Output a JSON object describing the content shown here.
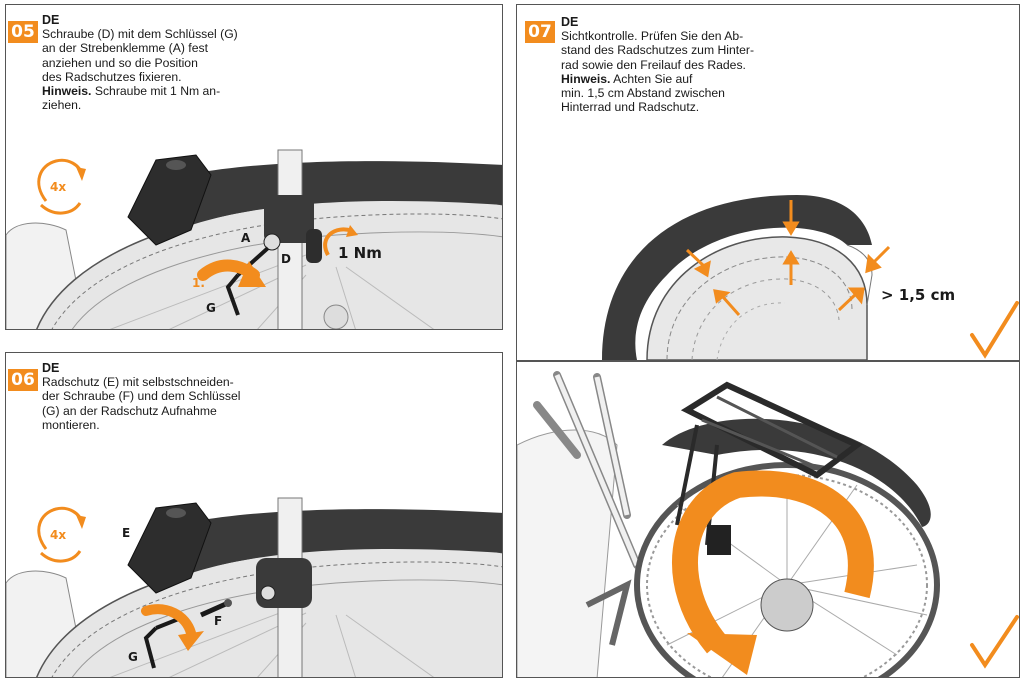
{
  "steps": [
    {
      "number": "05",
      "lang": "DE",
      "lines": [
        "Schraube (D) mit dem Schlüssel (G)",
        "an der Strebenklemme (A) fest",
        "anziehen und so die Position",
        "des Radschutzes fixieren."
      ],
      "hint_label": "Hinweis.",
      "hint_rest": " Schraube mit 1 Nm an-",
      "hint_tail": "ziehen.",
      "labels": {
        "a": "A",
        "d": "D",
        "g": "G",
        "step": "1.",
        "torque": "1 Nm",
        "turns": "4x"
      }
    },
    {
      "number": "06",
      "lang": "DE",
      "lines": [
        "Radschutz (E) mit selbstschneiden-",
        "der Schraube (F) und dem Schlüssel",
        "(G) an der Radschutz Aufnahme",
        "montieren."
      ],
      "labels": {
        "e": "E",
        "f": "F",
        "g": "G",
        "turns": "4x"
      }
    },
    {
      "number": "07",
      "lang": "DE",
      "lines": [
        "Sichtkontrolle. Prüfen Sie den Ab-",
        "stand des Radschutzes zum Hinter-",
        "rad sowie den Freilauf des Rades."
      ],
      "hint_label": "Hinweis.",
      "hint_rest": " Achten Sie auf",
      "hint_lines": [
        "min. 1,5 cm Abstand zwischen",
        "Hinterrad und Radschutz."
      ],
      "labels": {
        "distance": "> 1,5 cm"
      }
    }
  ],
  "colors": {
    "accent": "#f28c1e",
    "fender": "#3a3a3a",
    "line": "#444444"
  },
  "icons": [
    "rotate-arrow-icon",
    "checkmark-icon",
    "wrench-icon"
  ]
}
